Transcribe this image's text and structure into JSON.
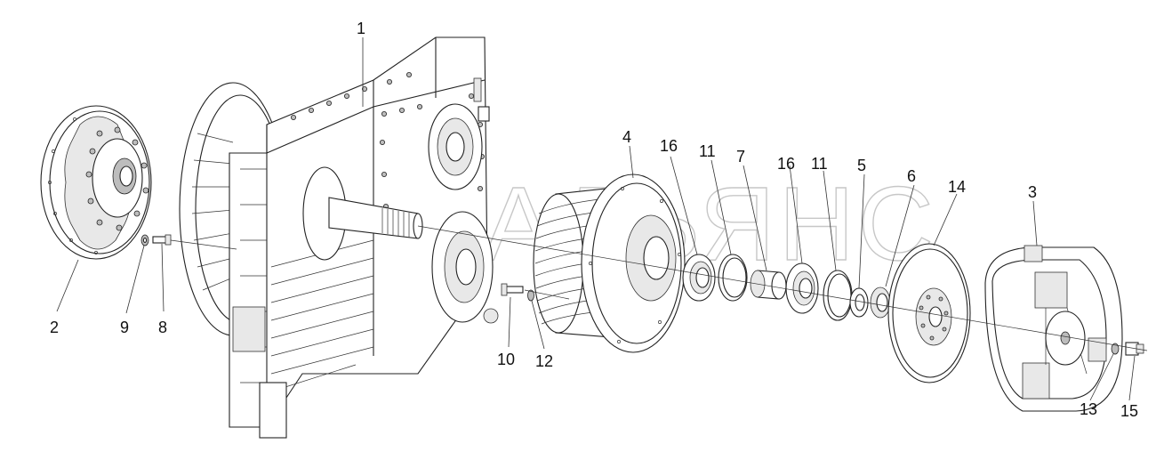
{
  "watermark": "АВТОАЛЬЯНС",
  "callouts": [
    {
      "id": "1",
      "text": "1"
    },
    {
      "id": "2",
      "text": "2"
    },
    {
      "id": "3",
      "text": "3"
    },
    {
      "id": "4",
      "text": "4"
    },
    {
      "id": "5",
      "text": "5"
    },
    {
      "id": "6",
      "text": "6"
    },
    {
      "id": "7",
      "text": "7"
    },
    {
      "id": "8",
      "text": "8"
    },
    {
      "id": "9",
      "text": "9"
    },
    {
      "id": "10",
      "text": "10"
    },
    {
      "id": "11a",
      "text": "11"
    },
    {
      "id": "11b",
      "text": "11"
    },
    {
      "id": "12",
      "text": "12"
    },
    {
      "id": "13",
      "text": "13"
    },
    {
      "id": "14",
      "text": "14"
    },
    {
      "id": "15",
      "text": "15"
    },
    {
      "id": "16a",
      "text": "16"
    },
    {
      "id": "16b",
      "text": "16"
    }
  ]
}
